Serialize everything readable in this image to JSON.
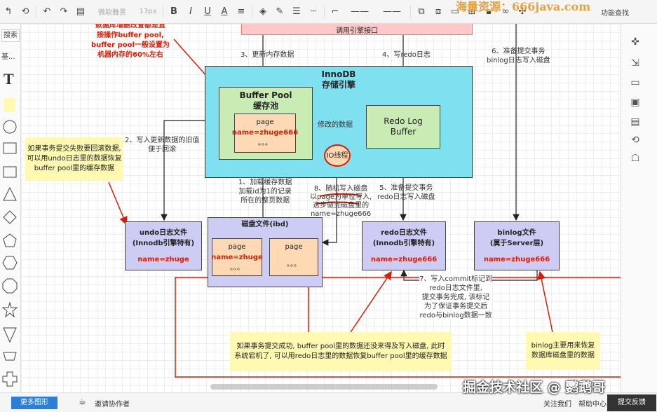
{
  "toolbar": {
    "font_name": "微软雅黑",
    "font_size": "13px",
    "bold": "B",
    "italic": "I",
    "underline": "U",
    "font_color": "A",
    "function_search": "功能查找"
  },
  "watermark_top": "海量资源：666java.com",
  "left_panel": {
    "search": "搜索",
    "basic": "基..."
  },
  "right_panel": {
    "icons": [
      "compass-icon",
      "cursor-icon",
      "page-icon",
      "format-icon",
      "document-icon",
      "history-icon",
      "comment-icon"
    ]
  },
  "bottom": {
    "more_shapes": "更多图形",
    "invite": "邀请协作者",
    "follow": "关注我们",
    "help": "帮助中心",
    "submit": "提交反馈"
  },
  "watermark_bottom": "掘金技术社区 @ 鹦鹉哥",
  "diagram": {
    "executor_label": "调用引擎接口",
    "top_red_note": [
      "数据库增删改查都是直",
      "接操作buffer pool,",
      "buffer pool一般设置为",
      "机器内存的60%左右"
    ],
    "step3": "3、更新内存数据",
    "step4": "4、写redo日志",
    "step6": [
      "6、准备提交事务",
      "binlog日志写入磁盘"
    ],
    "innodb": [
      "InnoDB",
      "存储引擎"
    ],
    "buffer_pool": [
      "Buffer Pool",
      "缓存池"
    ],
    "page_title": "page",
    "page_name": "name=zhuge666",
    "dots": "。。。",
    "modified_data": "修改的数据",
    "io_thread": "IO线程",
    "redo_buffer": [
      "Redo Log",
      "Buffer"
    ],
    "step2": [
      "2、写入更新数据的旧值",
      "便于回滚"
    ],
    "left_note": [
      "如果事务提交失败要回滚数据,",
      "可以用undo日志里的数据恢复",
      "buffer pool里的缓存数据"
    ],
    "step1": [
      "1、加载缓存数据",
      "加载id为1的记录",
      "所在的整页数据"
    ],
    "step8": [
      "8、随机写入磁盘",
      "以page为单位写入,",
      "这步做完磁盘里的",
      "name=zhuge666"
    ],
    "step5": [
      "5、准备提交事务",
      "redo日志写入磁盘"
    ],
    "undo_box": [
      "undo日志文件",
      "(Innodb引擎特有)"
    ],
    "undo_name": "name=zhuge",
    "disk_box": "磁盘文件(ibd)",
    "disk_page1_name": "name=zhuge",
    "redo_box": [
      "redo日志文件",
      "(Innodb引擎特有)"
    ],
    "redo_name": "name=zhuge666",
    "binlog_box": [
      "binlog文件",
      "(属于Server层)"
    ],
    "binlog_name": "name=zhuge666",
    "step7": [
      "7、写入commit标记到",
      "redo日志文件里,",
      "提交事务完成, 该标记",
      "为了保证事务提交后",
      "redo与binlog数据一致"
    ],
    "bottom_note": [
      "如果事务提交成功, buffer pool里的数据还没来得及写入磁盘, 此时",
      "系统宕机了, 可以用redo日志里的数据恢复buffer pool里的缓存数据"
    ],
    "binlog_note": [
      "binlog主要用来恢复",
      "数据库磁盘里的数据"
    ]
  },
  "colors": {
    "innodb_bg": "#7fe0ef",
    "buffer_pool_bg": "#c8ecb4",
    "page_bg": "#ffd9b3",
    "file_bg": "#ccccf5",
    "note_bg": "#fff9b1",
    "red": "#d81e06"
  }
}
